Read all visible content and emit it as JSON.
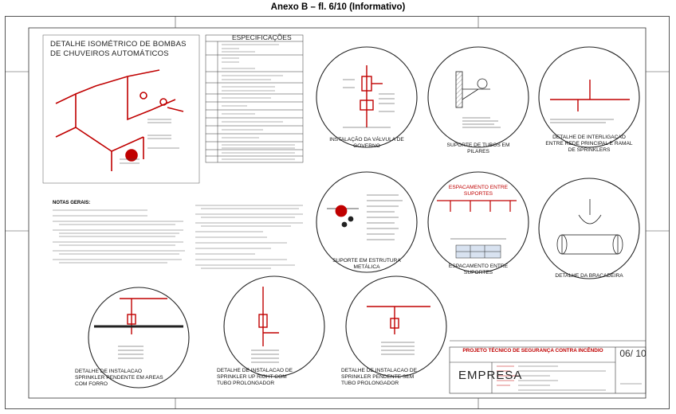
{
  "header": {
    "title": "Anexo B – fl. 6/10 (Informativo)"
  },
  "iso": {
    "title_line1": "DETALHE ISOMÉTRICO DE BOMBAS",
    "title_line2": "DE CHUVEIROS AUTOMÁTICOS"
  },
  "spec": {
    "title": "ESPECIFICAÇÕES"
  },
  "notes": {
    "title": "NOTAS GERAIS:"
  },
  "details": {
    "governo": "INSTALAÇÃO DA VÁLVULA DE GOVERNO",
    "pilares": "SUPORTE DE TUBOS EM PILARES",
    "interligacao": "DETALHE DE INTERLIGACAO ENTRE REDE PRINCIPAL  E RAMAL DE SPRINKLERS",
    "estrutura": "SUPORTE EM ESTRUTURA METÁLICA",
    "espacamento": "ESPACAMENTO ENTRE SUPORTES",
    "espacamento_inner": "ESPACAMENTO ENTRE SUPORTES",
    "bracadeira": "DETALHE DA BRACADEIRA",
    "forro": "DETALHE DE INSTALACAO SPRINKLER PENDENTE EM AREAS COM FORRO",
    "upright": "DETALHE DE INSTALACAO DE SPRINKLER UP RIGHT  COM TUBO PROLONGADOR",
    "pendente": "DETALHE DE INSTALACAO DE SPRINKLER PENDENTE  SEM TUBO PROLONGADOR"
  },
  "title_block": {
    "project_title": "PROJETO TÉCNICO DE SEGURANÇA CONTRA INCÊNDIO",
    "company": "EMPRESA",
    "sheet": "06/ 10"
  },
  "colors": {
    "accent": "#c00000",
    "line": "#333333",
    "frame": "#555555"
  }
}
